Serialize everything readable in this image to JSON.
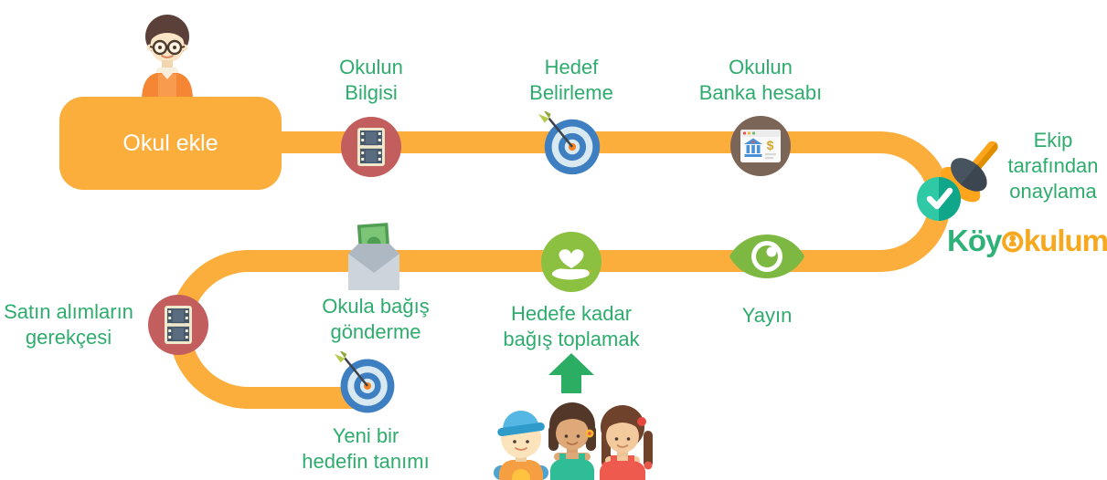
{
  "diagram_title": "Köy Okulum school donation workflow",
  "colors": {
    "path_orange": "#FBAE3C",
    "label_green": "#2EAC6D",
    "step_red": "#C25E5E",
    "target_blue": "#3E7FC1",
    "bank_brown": "#7B6557",
    "eye_green": "#7DB843",
    "donation_green": "#8CC041",
    "check_teal": "#2FC9A5",
    "logo_green": "#2FB278",
    "logo_orange": "#F6A81F"
  },
  "start_node": {
    "label": "Okul ekle"
  },
  "steps": {
    "school_info": {
      "label": "Okulun\nBilgisi",
      "icon": "film-strip-icon"
    },
    "goal_setting": {
      "label": "Hedef\nBelirleme",
      "icon": "target-arrow-icon"
    },
    "bank_account": {
      "label": "Okulun\nBanka hesabı",
      "icon": "bank-browser-icon"
    },
    "team_approval": {
      "label": "Ekip\ntarafından\nonaylama",
      "icon": "stamp-check-icon"
    },
    "publish": {
      "label": "Yayın",
      "icon": "eye-icon"
    },
    "collect_donations": {
      "label": "Hedefe kadar\nbağış toplamak",
      "icon": "heart-hand-icon"
    },
    "send_donation": {
      "label": "Okula bağış\ngönderme",
      "icon": "money-envelope-icon"
    },
    "purchase_justification": {
      "label": "Satın alımların\ngerekçesi",
      "icon": "film-strip-icon"
    },
    "new_goal": {
      "label": "Yeni bir\nhedefin tanımı",
      "icon": "target-arrow-icon"
    }
  },
  "bank_icon_currency": "$",
  "logo": {
    "prefix": "Köy",
    "suffix": "kulum"
  }
}
